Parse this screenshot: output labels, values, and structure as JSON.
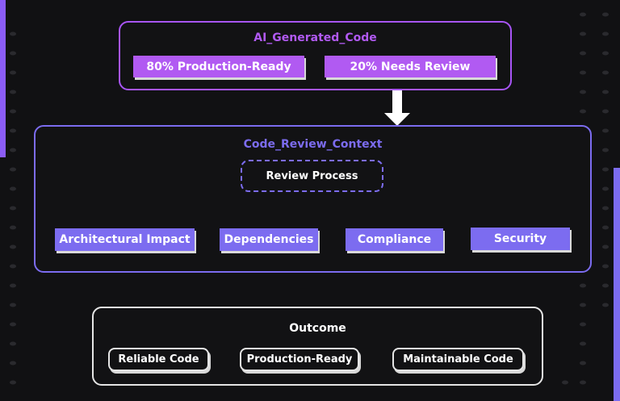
{
  "ai_generated": {
    "title": "AI_Generated_Code",
    "items": [
      "80% Production-Ready",
      "20% Needs Review"
    ]
  },
  "review_context": {
    "title": "Code_Review_Context",
    "process": "Review Process",
    "aspects": [
      "Architectural Impact",
      "Dependencies",
      "Compliance",
      "Security"
    ]
  },
  "outcome": {
    "title": "Outcome",
    "left": "Reliable Code",
    "center": "Production-Ready",
    "right": "Maintainable Code"
  },
  "colors": {
    "background": "#111113",
    "ai_border": "#a855f7",
    "ai_fill": "#b15af2",
    "review_border": "#7c6cf0",
    "review_fill": "#7c6cf0",
    "outcome_border": "#e5e5e5"
  }
}
